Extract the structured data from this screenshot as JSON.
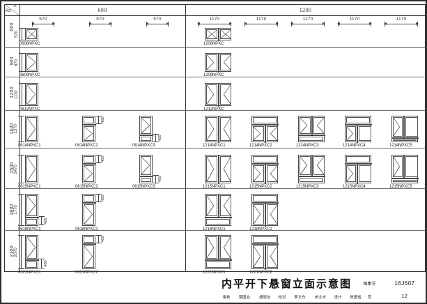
{
  "sheet": {
    "title": "内平开下悬窗立面示意图",
    "atlas_label": "图集号",
    "atlas_number": "16J607",
    "page_label": "页",
    "page_number": "12",
    "corner_label_row": "洞口",
    "corner_label_col": "宽",
    "signature_row": [
      {
        "role": "审核",
        "name": "潭国治",
        "sign": "潭国治"
      },
      {
        "role": "校对",
        "name": "李文东",
        "sign": "李文东"
      },
      {
        "role": "设计",
        "name": "焦童省",
        "sign": "焦童省"
      }
    ]
  },
  "header": {
    "groups": [
      {
        "label": "600",
        "cols": 3
      },
      {
        "label": "1200",
        "cols": 5
      }
    ],
    "col_dims_left": [
      "570",
      "570",
      "570"
    ],
    "col_dims_right": [
      "1170",
      "1170",
      "1170",
      "1170",
      "1170"
    ]
  },
  "rows": [
    {
      "height_label": "600",
      "sash_dim": "570"
    },
    {
      "height_label": "900",
      "sash_dim": "870"
    },
    {
      "height_label": "1200",
      "sash_dim": "1170"
    },
    {
      "height_label": "1400",
      "sash_dim": "1370"
    },
    {
      "height_label": "1500",
      "sash_dim": "1470"
    },
    {
      "height_label": "1800",
      "sash_dim": "1770"
    },
    {
      "height_label": "2100",
      "sash_dim": "2070"
    }
  ],
  "windows": {
    "r600": {
      "c1": "0606NPXC",
      "r1": "1206NPXC"
    },
    "r900": {
      "c1": "0609NPXC",
      "r1": "1209NPXC"
    },
    "r1200": {
      "c1": "0612NPXC",
      "r1": "1212NPXC"
    },
    "r1400": {
      "c1": "0614NPXC1",
      "c2": "0614NPXC2",
      "c3": "0614NPXC3",
      "r1": "1214NPXC1",
      "r2": "1214NPXC2",
      "r3": "1214NPXC3",
      "r4": "1214NPXC4",
      "r5": "1214NPXC5",
      "sub_dim_c2": "400",
      "sub_dim_c3": "400"
    },
    "r1500": {
      "c1": "0615NPXC1",
      "c2": "0615NPXC2",
      "c3": "0615NPXC3",
      "r1": "1215NPXC1",
      "r2": "1215NPXC2",
      "r3": "1215NPXC3",
      "r4": "1215NPXC4",
      "r5": "1215NPXC5",
      "sub_dim_c2": "400",
      "sub_dim_c3": "400"
    },
    "r1800": {
      "c1": "0618NPXC1",
      "c2": "0618NPXC2",
      "r1": "1218NPXC1",
      "r2": "1218NPXC2",
      "sub_dim_c1": "400",
      "sub_dim_c2": "400"
    },
    "r2100": {
      "c1": "0621NPXC1",
      "c2": "0621NPXC2",
      "r1": "1221NPXC1",
      "r2": "1221NPXC2",
      "sub_dim_c1": "400",
      "sub_dim_c2": "400"
    }
  },
  "colors": {
    "frame": "#4b4b4b",
    "line": "#6d6d6d",
    "border": "#2b2b2b",
    "text": "#1a1a1a"
  }
}
